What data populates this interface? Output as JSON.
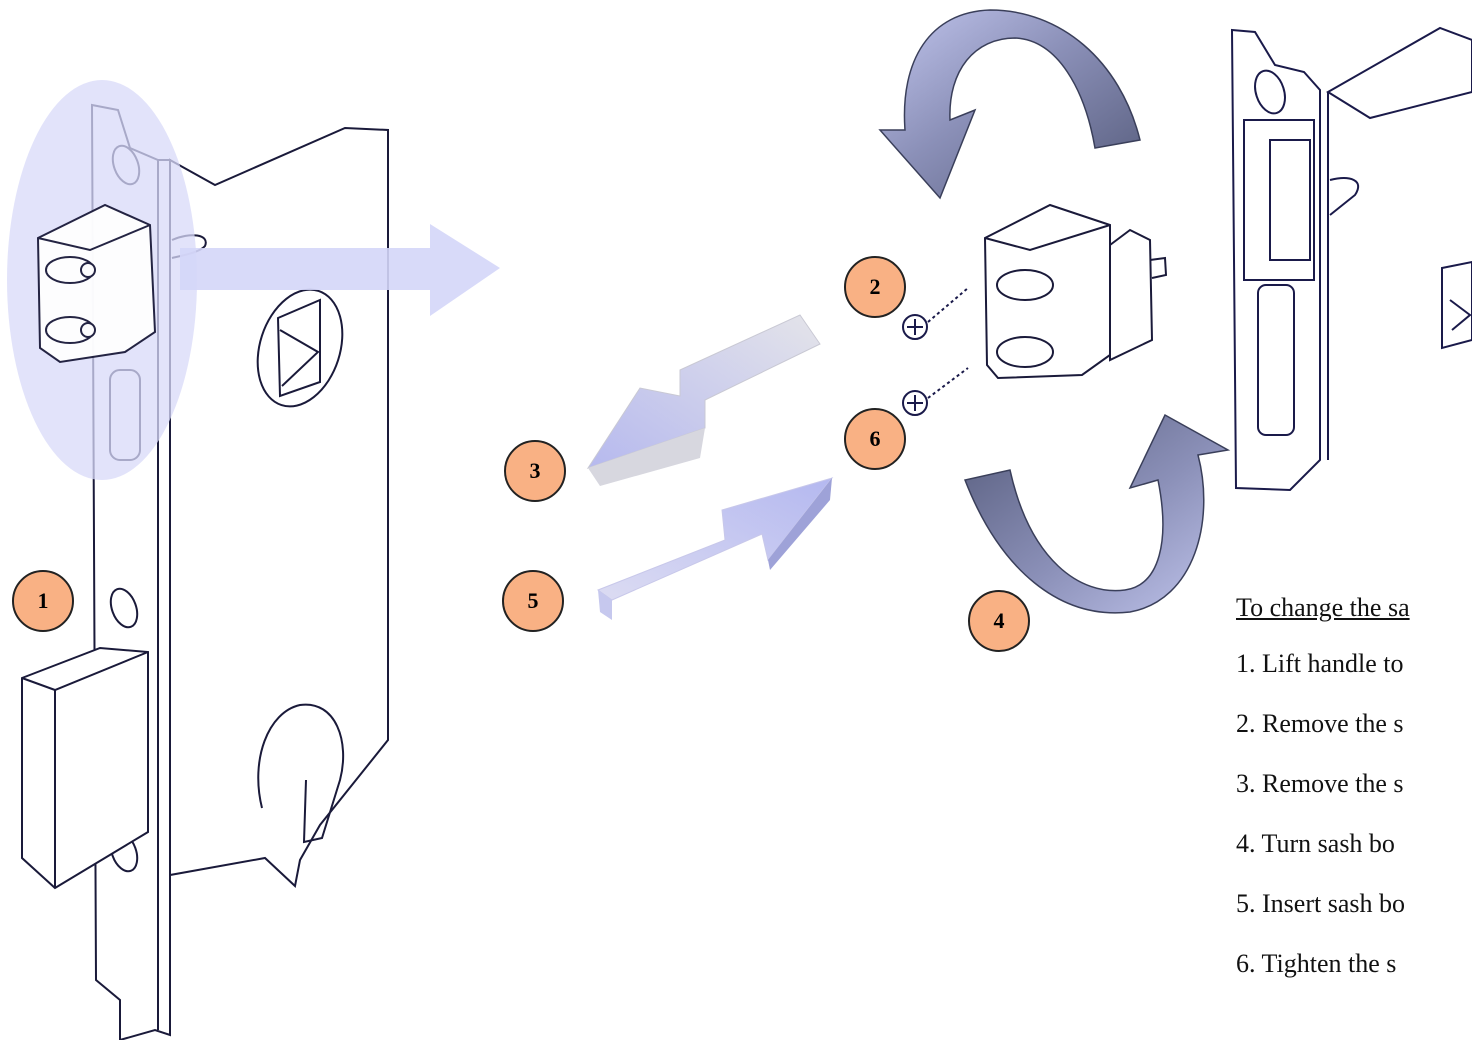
{
  "steps": [
    {
      "number": "1"
    },
    {
      "number": "2"
    },
    {
      "number": "3"
    },
    {
      "number": "4"
    },
    {
      "number": "5"
    },
    {
      "number": "6"
    }
  ],
  "instructions": {
    "title": "To change the sa",
    "items": [
      "1.  Lift handle to",
      "2.  Remove the s",
      "3.  Remove the s",
      "4.  Turn sash bo",
      "5.  Insert sash bo",
      "6.  Tighten the s"
    ]
  },
  "colors": {
    "badge_fill": "#f9b184",
    "arrow_lavender": "#bcc0f2",
    "highlight": "#d8daf8",
    "rotation_arrow_dark": "#5c6283",
    "rotation_arrow_light": "#c2c6ee",
    "line_art": "#1a1a4a"
  }
}
